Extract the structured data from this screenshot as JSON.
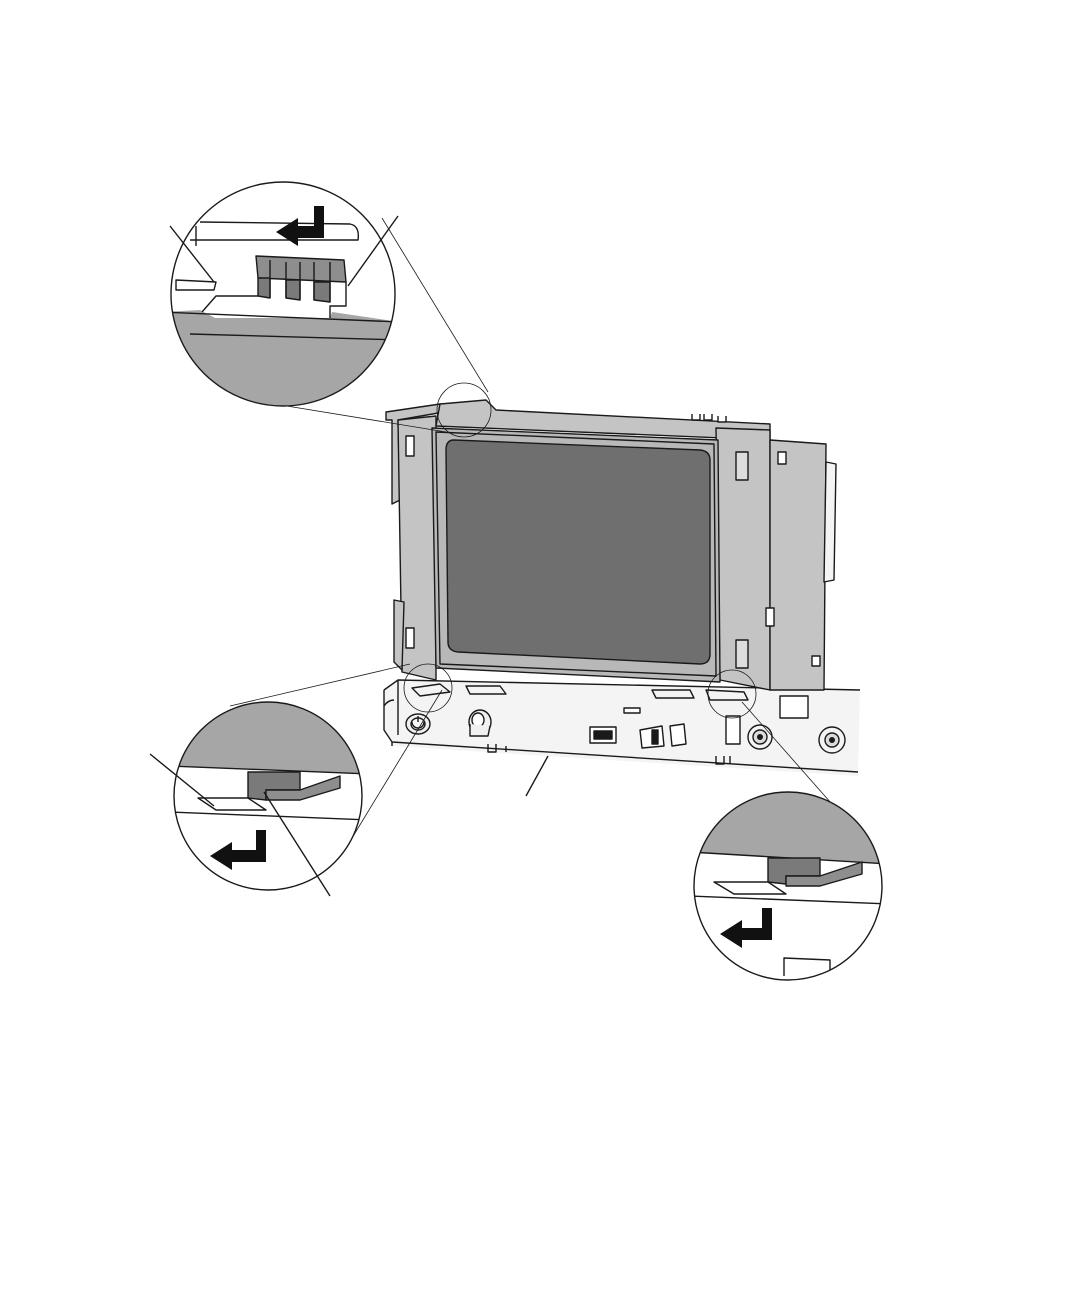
{
  "diagram": {
    "style": "technical line illustration, no text labels",
    "colors": {
      "line": "#1a1a1a",
      "screen": "#6f6f6f",
      "bezel": "#b8b8b8",
      "bracket": "#c4c4c4",
      "panel": "#f4f4f4",
      "shade": "#a6a6a6",
      "arrow": "#111111"
    },
    "views": {
      "main": {
        "object": "lcd-display-assembly"
      },
      "detail_top": {
        "object": "upper-latch-detail"
      },
      "detail_left": {
        "object": "lower-left-latch-detail"
      },
      "detail_right": {
        "object": "lower-right-latch-detail"
      }
    }
  }
}
